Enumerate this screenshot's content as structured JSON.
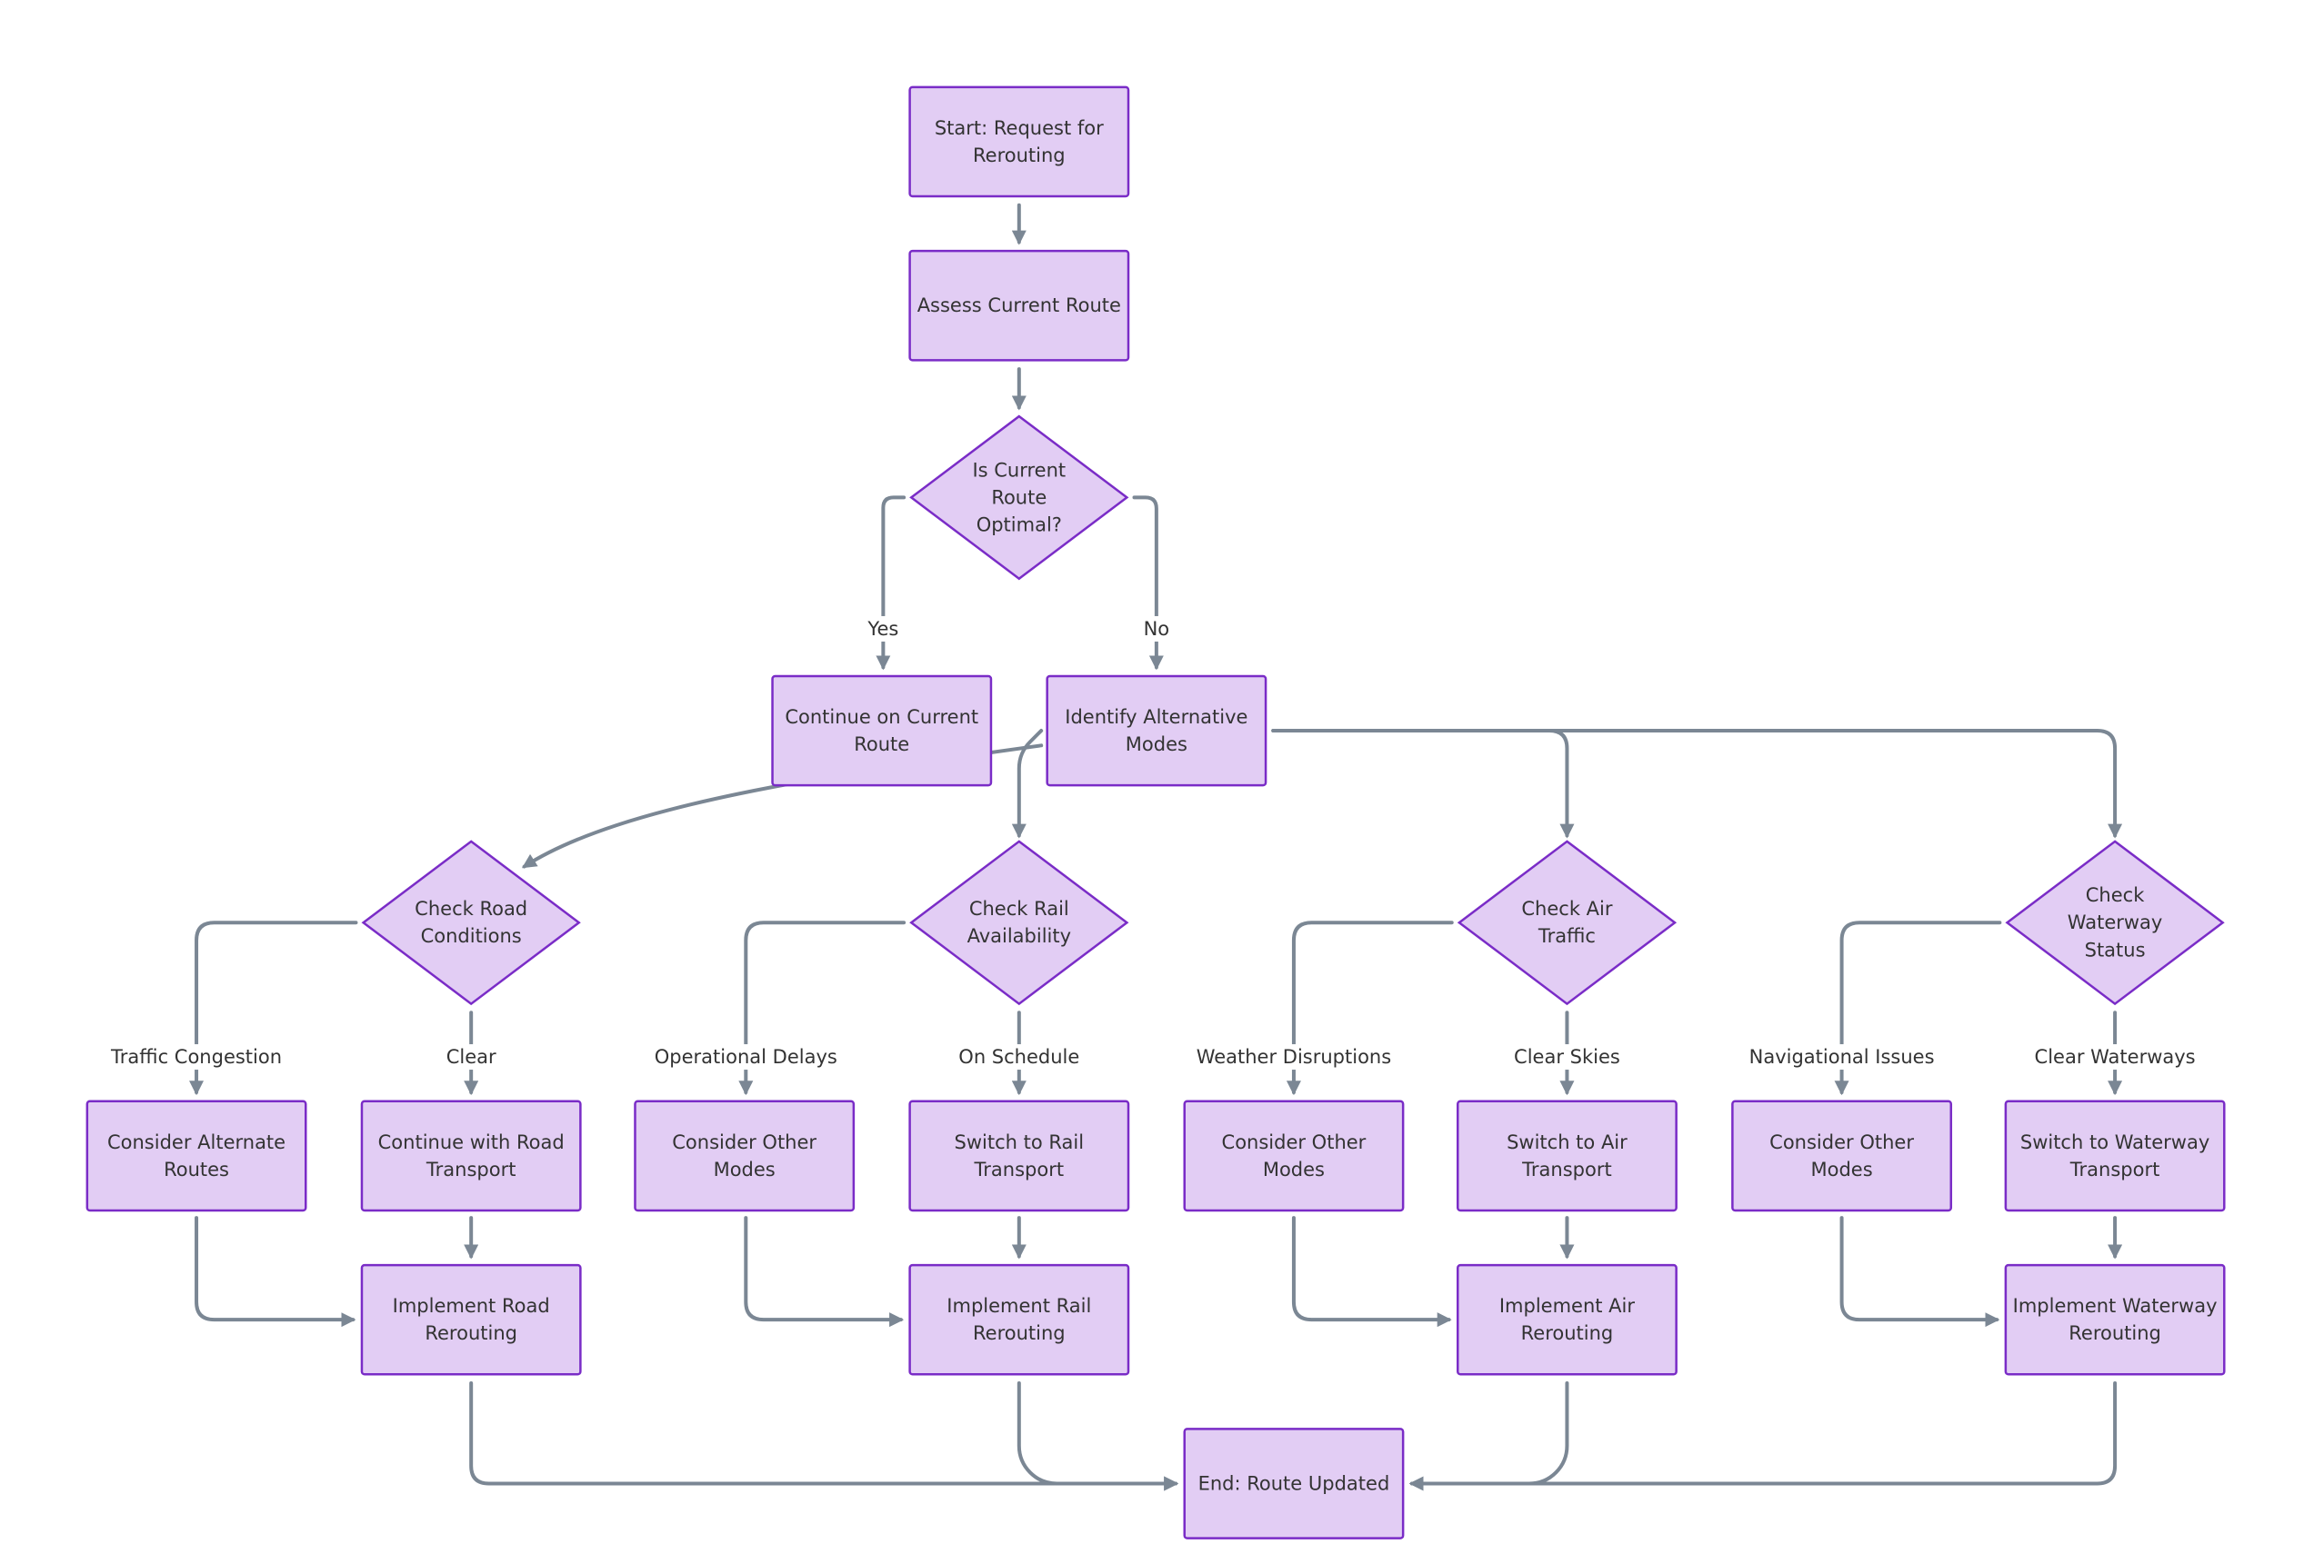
{
  "nodes": {
    "start": {
      "shape": "rect",
      "lines": [
        "Start: Request for",
        "Rerouting"
      ]
    },
    "assess": {
      "shape": "rect",
      "lines": [
        "Assess Current Route"
      ]
    },
    "optimal": {
      "shape": "diamond",
      "lines": [
        "Is Current",
        "Route",
        "Optimal?"
      ]
    },
    "continue_current": {
      "shape": "rect",
      "lines": [
        "Continue on Current",
        "Route"
      ]
    },
    "identify": {
      "shape": "rect",
      "lines": [
        "Identify Alternative",
        "Modes"
      ]
    },
    "check_road": {
      "shape": "diamond",
      "lines": [
        "Check Road",
        "Conditions"
      ]
    },
    "check_rail": {
      "shape": "diamond",
      "lines": [
        "Check Rail",
        "Availability"
      ]
    },
    "check_air": {
      "shape": "diamond",
      "lines": [
        "Check Air",
        "Traffic"
      ]
    },
    "check_water": {
      "shape": "diamond",
      "lines": [
        "Check",
        "Waterway",
        "Status"
      ]
    },
    "alt_routes": {
      "shape": "rect",
      "lines": [
        "Consider Alternate",
        "Routes"
      ]
    },
    "cont_road": {
      "shape": "rect",
      "lines": [
        "Continue with Road",
        "Transport"
      ]
    },
    "other_rail": {
      "shape": "rect",
      "lines": [
        "Consider Other",
        "Modes"
      ]
    },
    "switch_rail": {
      "shape": "rect",
      "lines": [
        "Switch to Rail",
        "Transport"
      ]
    },
    "other_air": {
      "shape": "rect",
      "lines": [
        "Consider Other",
        "Modes"
      ]
    },
    "switch_air": {
      "shape": "rect",
      "lines": [
        "Switch to Air",
        "Transport"
      ]
    },
    "other_water": {
      "shape": "rect",
      "lines": [
        "Consider Other",
        "Modes"
      ]
    },
    "switch_water": {
      "shape": "rect",
      "lines": [
        "Switch to Waterway",
        "Transport"
      ]
    },
    "impl_road": {
      "shape": "rect",
      "lines": [
        "Implement Road",
        "Rerouting"
      ]
    },
    "impl_rail": {
      "shape": "rect",
      "lines": [
        "Implement Rail",
        "Rerouting"
      ]
    },
    "impl_air": {
      "shape": "rect",
      "lines": [
        "Implement Air",
        "Rerouting"
      ]
    },
    "impl_water": {
      "shape": "rect",
      "lines": [
        "Implement Waterway",
        "Rerouting"
      ]
    },
    "end": {
      "shape": "rect",
      "lines": [
        "End: Route Updated"
      ]
    }
  },
  "edges": [
    {
      "from": "start",
      "to": "assess",
      "label": ""
    },
    {
      "from": "assess",
      "to": "optimal",
      "label": ""
    },
    {
      "from": "optimal",
      "to": "continue_current",
      "label": "Yes"
    },
    {
      "from": "optimal",
      "to": "identify",
      "label": "No"
    },
    {
      "from": "identify",
      "to": "check_road",
      "label": ""
    },
    {
      "from": "identify",
      "to": "check_rail",
      "label": ""
    },
    {
      "from": "identify",
      "to": "check_air",
      "label": ""
    },
    {
      "from": "identify",
      "to": "check_water",
      "label": ""
    },
    {
      "from": "check_road",
      "to": "alt_routes",
      "label": "Traffic Congestion"
    },
    {
      "from": "check_road",
      "to": "cont_road",
      "label": "Clear"
    },
    {
      "from": "check_rail",
      "to": "other_rail",
      "label": "Operational Delays"
    },
    {
      "from": "check_rail",
      "to": "switch_rail",
      "label": "On Schedule"
    },
    {
      "from": "check_air",
      "to": "other_air",
      "label": "Weather Disruptions"
    },
    {
      "from": "check_air",
      "to": "switch_air",
      "label": "Clear Skies"
    },
    {
      "from": "check_water",
      "to": "other_water",
      "label": "Navigational Issues"
    },
    {
      "from": "check_water",
      "to": "switch_water",
      "label": "Clear Waterways"
    },
    {
      "from": "alt_routes",
      "to": "impl_road",
      "label": ""
    },
    {
      "from": "cont_road",
      "to": "impl_road",
      "label": ""
    },
    {
      "from": "other_rail",
      "to": "impl_rail",
      "label": ""
    },
    {
      "from": "switch_rail",
      "to": "impl_rail",
      "label": ""
    },
    {
      "from": "other_air",
      "to": "impl_air",
      "label": ""
    },
    {
      "from": "switch_air",
      "to": "impl_air",
      "label": ""
    },
    {
      "from": "other_water",
      "to": "impl_water",
      "label": ""
    },
    {
      "from": "switch_water",
      "to": "impl_water",
      "label": ""
    },
    {
      "from": "impl_road",
      "to": "end",
      "label": ""
    },
    {
      "from": "impl_rail",
      "to": "end",
      "label": ""
    },
    {
      "from": "impl_air",
      "to": "end",
      "label": ""
    },
    {
      "from": "impl_water",
      "to": "end",
      "label": ""
    }
  ],
  "colors": {
    "node_fill": "#e2cdf4",
    "node_stroke": "#7a2cc7",
    "edge": "#7b8794",
    "text": "#333333",
    "background": "#ffffff"
  }
}
